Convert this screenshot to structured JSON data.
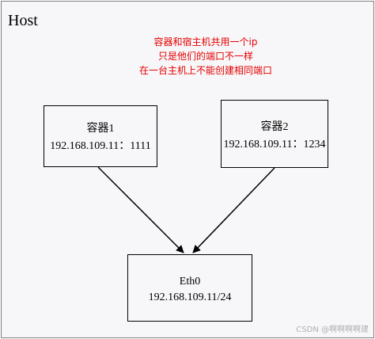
{
  "host": {
    "title": "Host"
  },
  "notes": [
    "容器和宿主机共用一个ip",
    "只是他们的端口不一样",
    "在一台主机上不能创建相同端口"
  ],
  "colors": {
    "note": "#e60000",
    "frame": "#7f7f7f",
    "background": "#f7f7f9"
  },
  "container1": {
    "title": "容器1",
    "address": "192.168.109.11：1111"
  },
  "container2": {
    "title": "容器2",
    "address": "192.168.109.11：1234"
  },
  "eth0": {
    "title": "Eth0",
    "address": "192.168.109.11/24"
  },
  "watermark": "CSDN @啊啊啊啊建"
}
